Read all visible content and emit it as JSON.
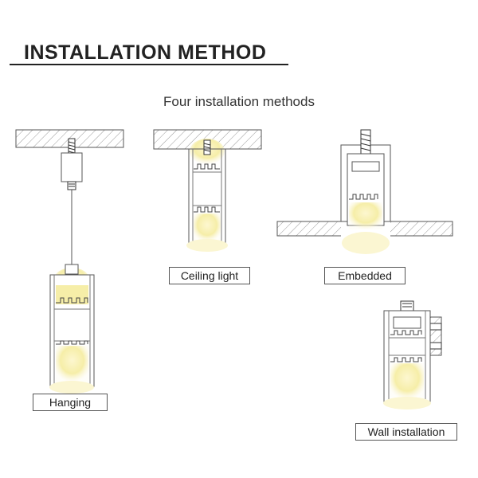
{
  "header": {
    "title": "INSTALLATION METHOD",
    "subtitle": "Four installation methods"
  },
  "methods": [
    {
      "label": "Hanging"
    },
    {
      "label": "Ceiling light"
    },
    {
      "label": "Embedded"
    },
    {
      "label": "Wall installation"
    }
  ],
  "colors": {
    "outline": "#555555",
    "hatch": "#888888",
    "light_glow": "#f5efb0",
    "light_core": "#fbf6d2"
  }
}
